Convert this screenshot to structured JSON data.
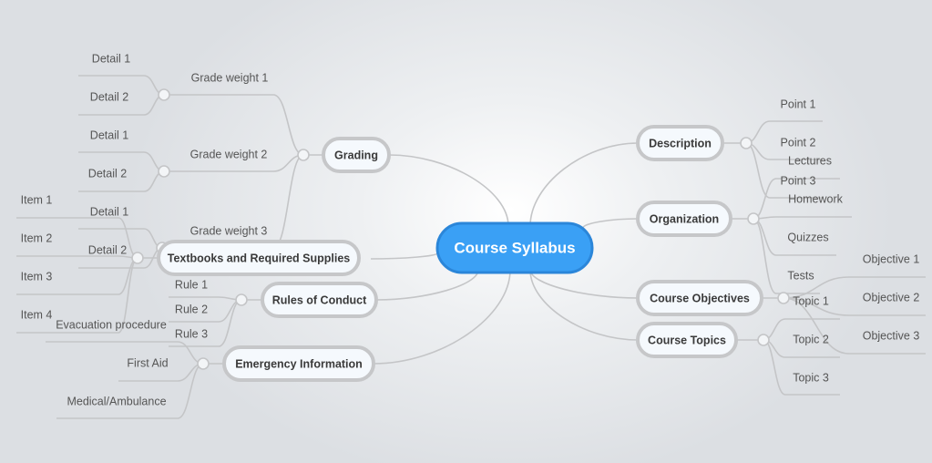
{
  "root": {
    "label": "Course Syllabus",
    "color": "#3aa0f5"
  },
  "branches": [
    {
      "label": "Grading",
      "children": [
        {
          "label": "Grade weight 1",
          "children": [
            {
              "label": "Detail 1"
            },
            {
              "label": "Detail 2"
            }
          ]
        },
        {
          "label": "Grade weight 2",
          "children": [
            {
              "label": "Detail 1"
            },
            {
              "label": "Detail 2"
            }
          ]
        },
        {
          "label": "Grade weight 3",
          "children": [
            {
              "label": "Detail 1"
            },
            {
              "label": "Detail 2"
            }
          ]
        }
      ]
    },
    {
      "label": "Textbooks and Required Supplies",
      "children": [
        {
          "label": "Item 1"
        },
        {
          "label": "Item 2"
        },
        {
          "label": "Item 3"
        },
        {
          "label": "Item 4"
        }
      ]
    },
    {
      "label": "Rules of Conduct",
      "children": [
        {
          "label": "Rule 1"
        },
        {
          "label": "Rule 2"
        },
        {
          "label": "Rule 3"
        }
      ]
    },
    {
      "label": "Emergency Information",
      "children": [
        {
          "label": "Evacuation procedure"
        },
        {
          "label": "First Aid"
        },
        {
          "label": "Medical/Ambulance"
        }
      ]
    },
    {
      "label": "Description",
      "children": [
        {
          "label": "Point 1"
        },
        {
          "label": "Point 2"
        },
        {
          "label": "Point 3"
        }
      ]
    },
    {
      "label": "Organization",
      "children": [
        {
          "label": "Lectures"
        },
        {
          "label": "Homework"
        },
        {
          "label": "Quizzes"
        },
        {
          "label": "Tests"
        }
      ]
    },
    {
      "label": "Course Objectives",
      "children": [
        {
          "label": "Objective 1"
        },
        {
          "label": "Objective 2"
        },
        {
          "label": "Objective 3"
        }
      ]
    },
    {
      "label": "Course Topics",
      "children": [
        {
          "label": "Topic 1"
        },
        {
          "label": "Topic 2"
        },
        {
          "label": "Topic 3"
        }
      ]
    }
  ]
}
